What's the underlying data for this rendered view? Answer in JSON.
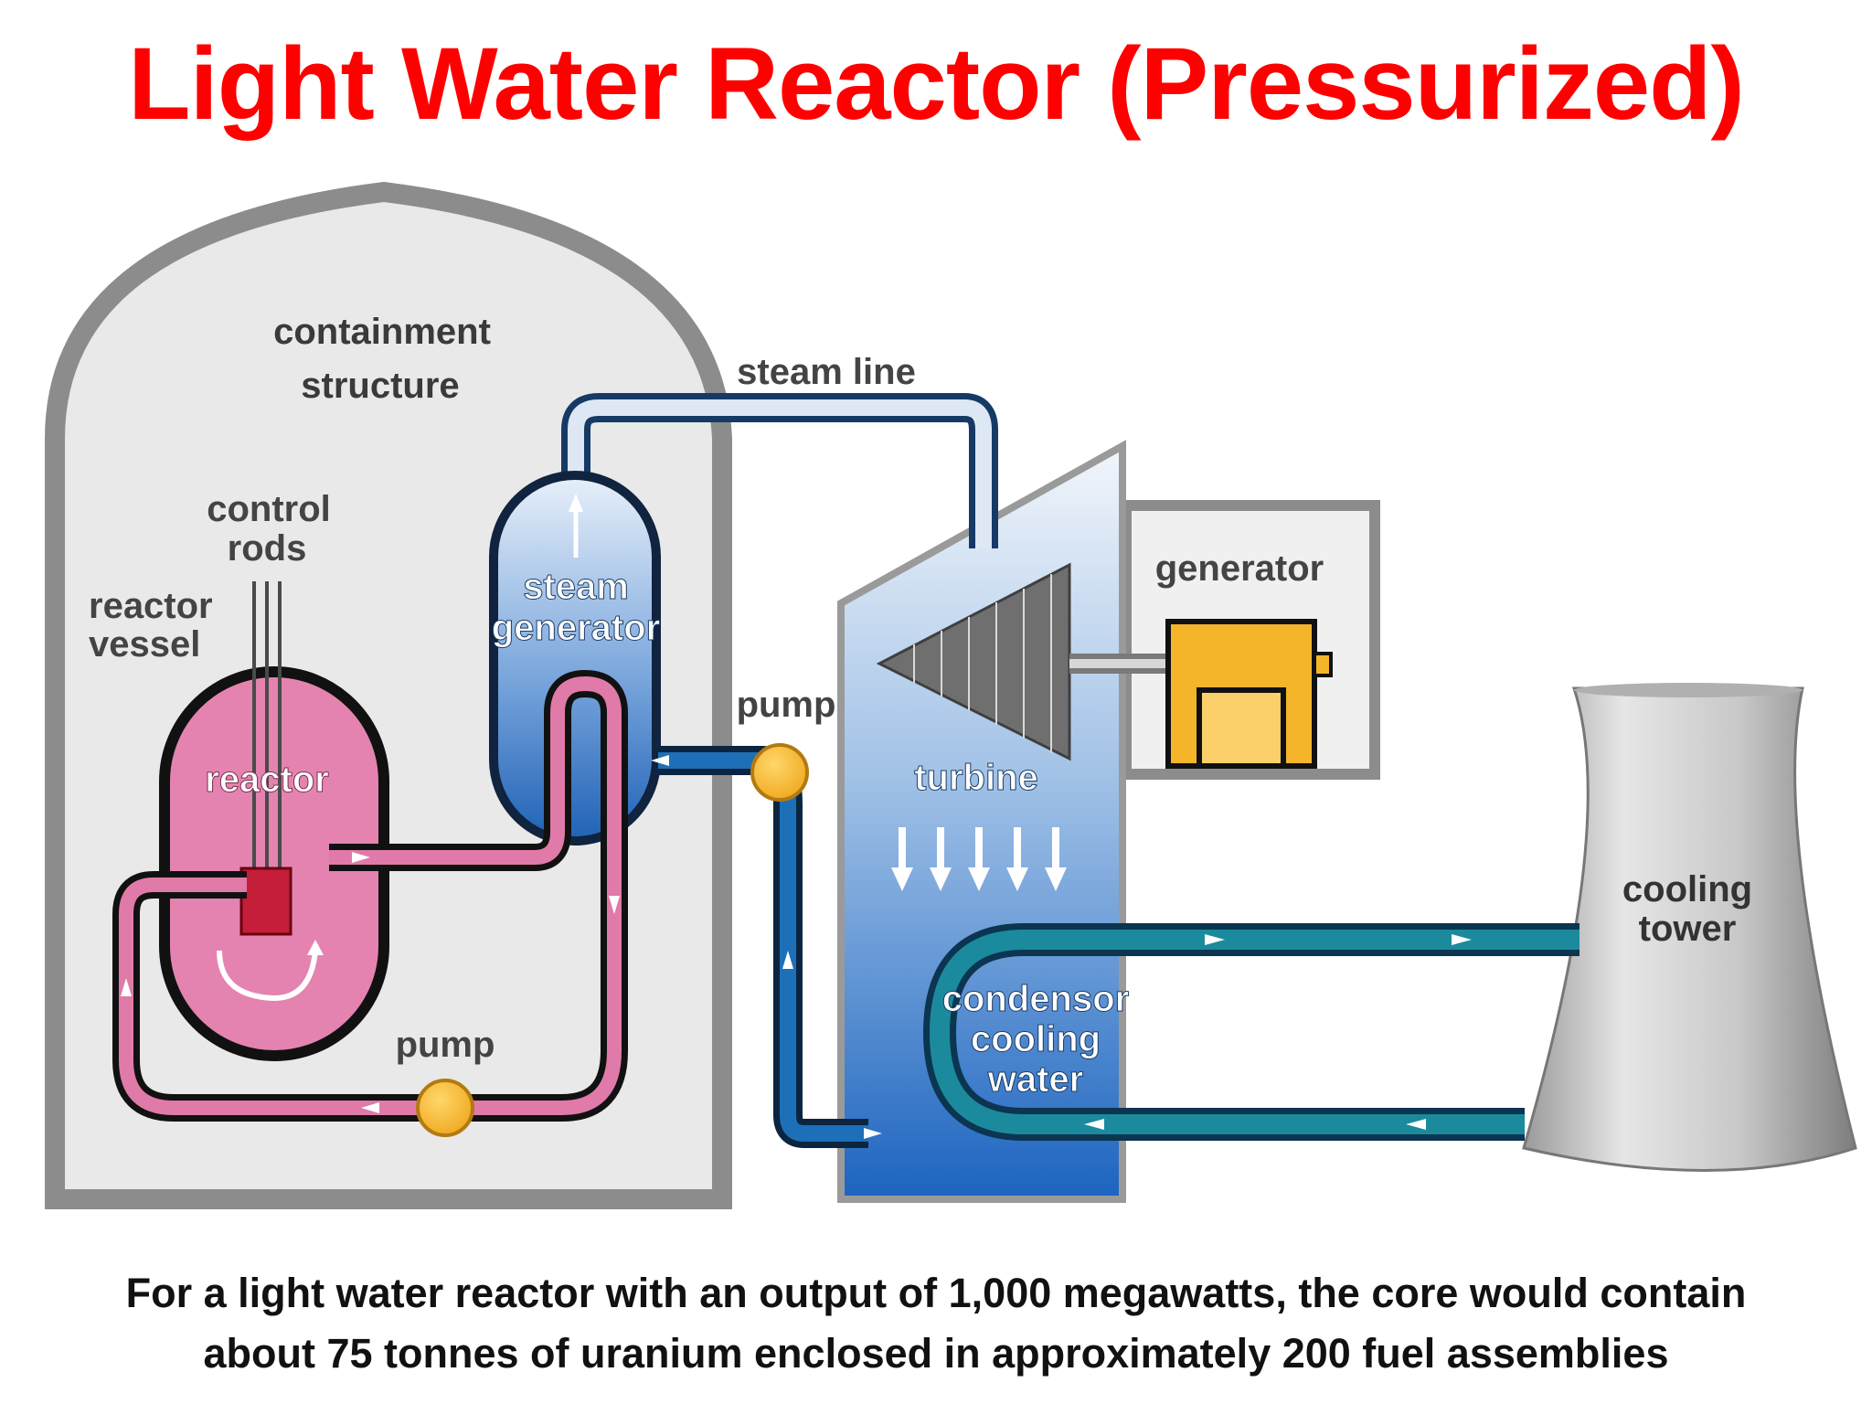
{
  "title": "Light Water Reactor (Pressurized)",
  "caption": {
    "line1": "For a light water reactor with an output of 1,000 megawatts, the core would contain",
    "line2": "about 75 tonnes of uranium enclosed in approximately 200 fuel assemblies"
  },
  "labels": {
    "containment_1": "containment",
    "containment_2": "structure",
    "steam_line": "steam line",
    "control_1": "control",
    "control_2": "rods",
    "vessel_1": "reactor",
    "vessel_2": "vessel",
    "reactor": "reactor",
    "sg_1": "steam",
    "sg_2": "generator",
    "pump_upper": "pump",
    "pump_lower": "pump",
    "turbine": "turbine",
    "generator": "generator",
    "cond_1": "condensor",
    "cond_2": "cooling",
    "cond_3": "water",
    "tower_1": "cooling",
    "tower_2": "tower"
  },
  "colors": {
    "title": "#ff0000",
    "primary_loop": "#e07aa8",
    "steam_pipe": "#dde8f4",
    "feedwater_pipe": "#1d6fb8",
    "cooling_pipe": "#1b8a9c",
    "pump": "#f5b52b",
    "generator": "#f5b52b",
    "containment": "#8e8e8e"
  }
}
